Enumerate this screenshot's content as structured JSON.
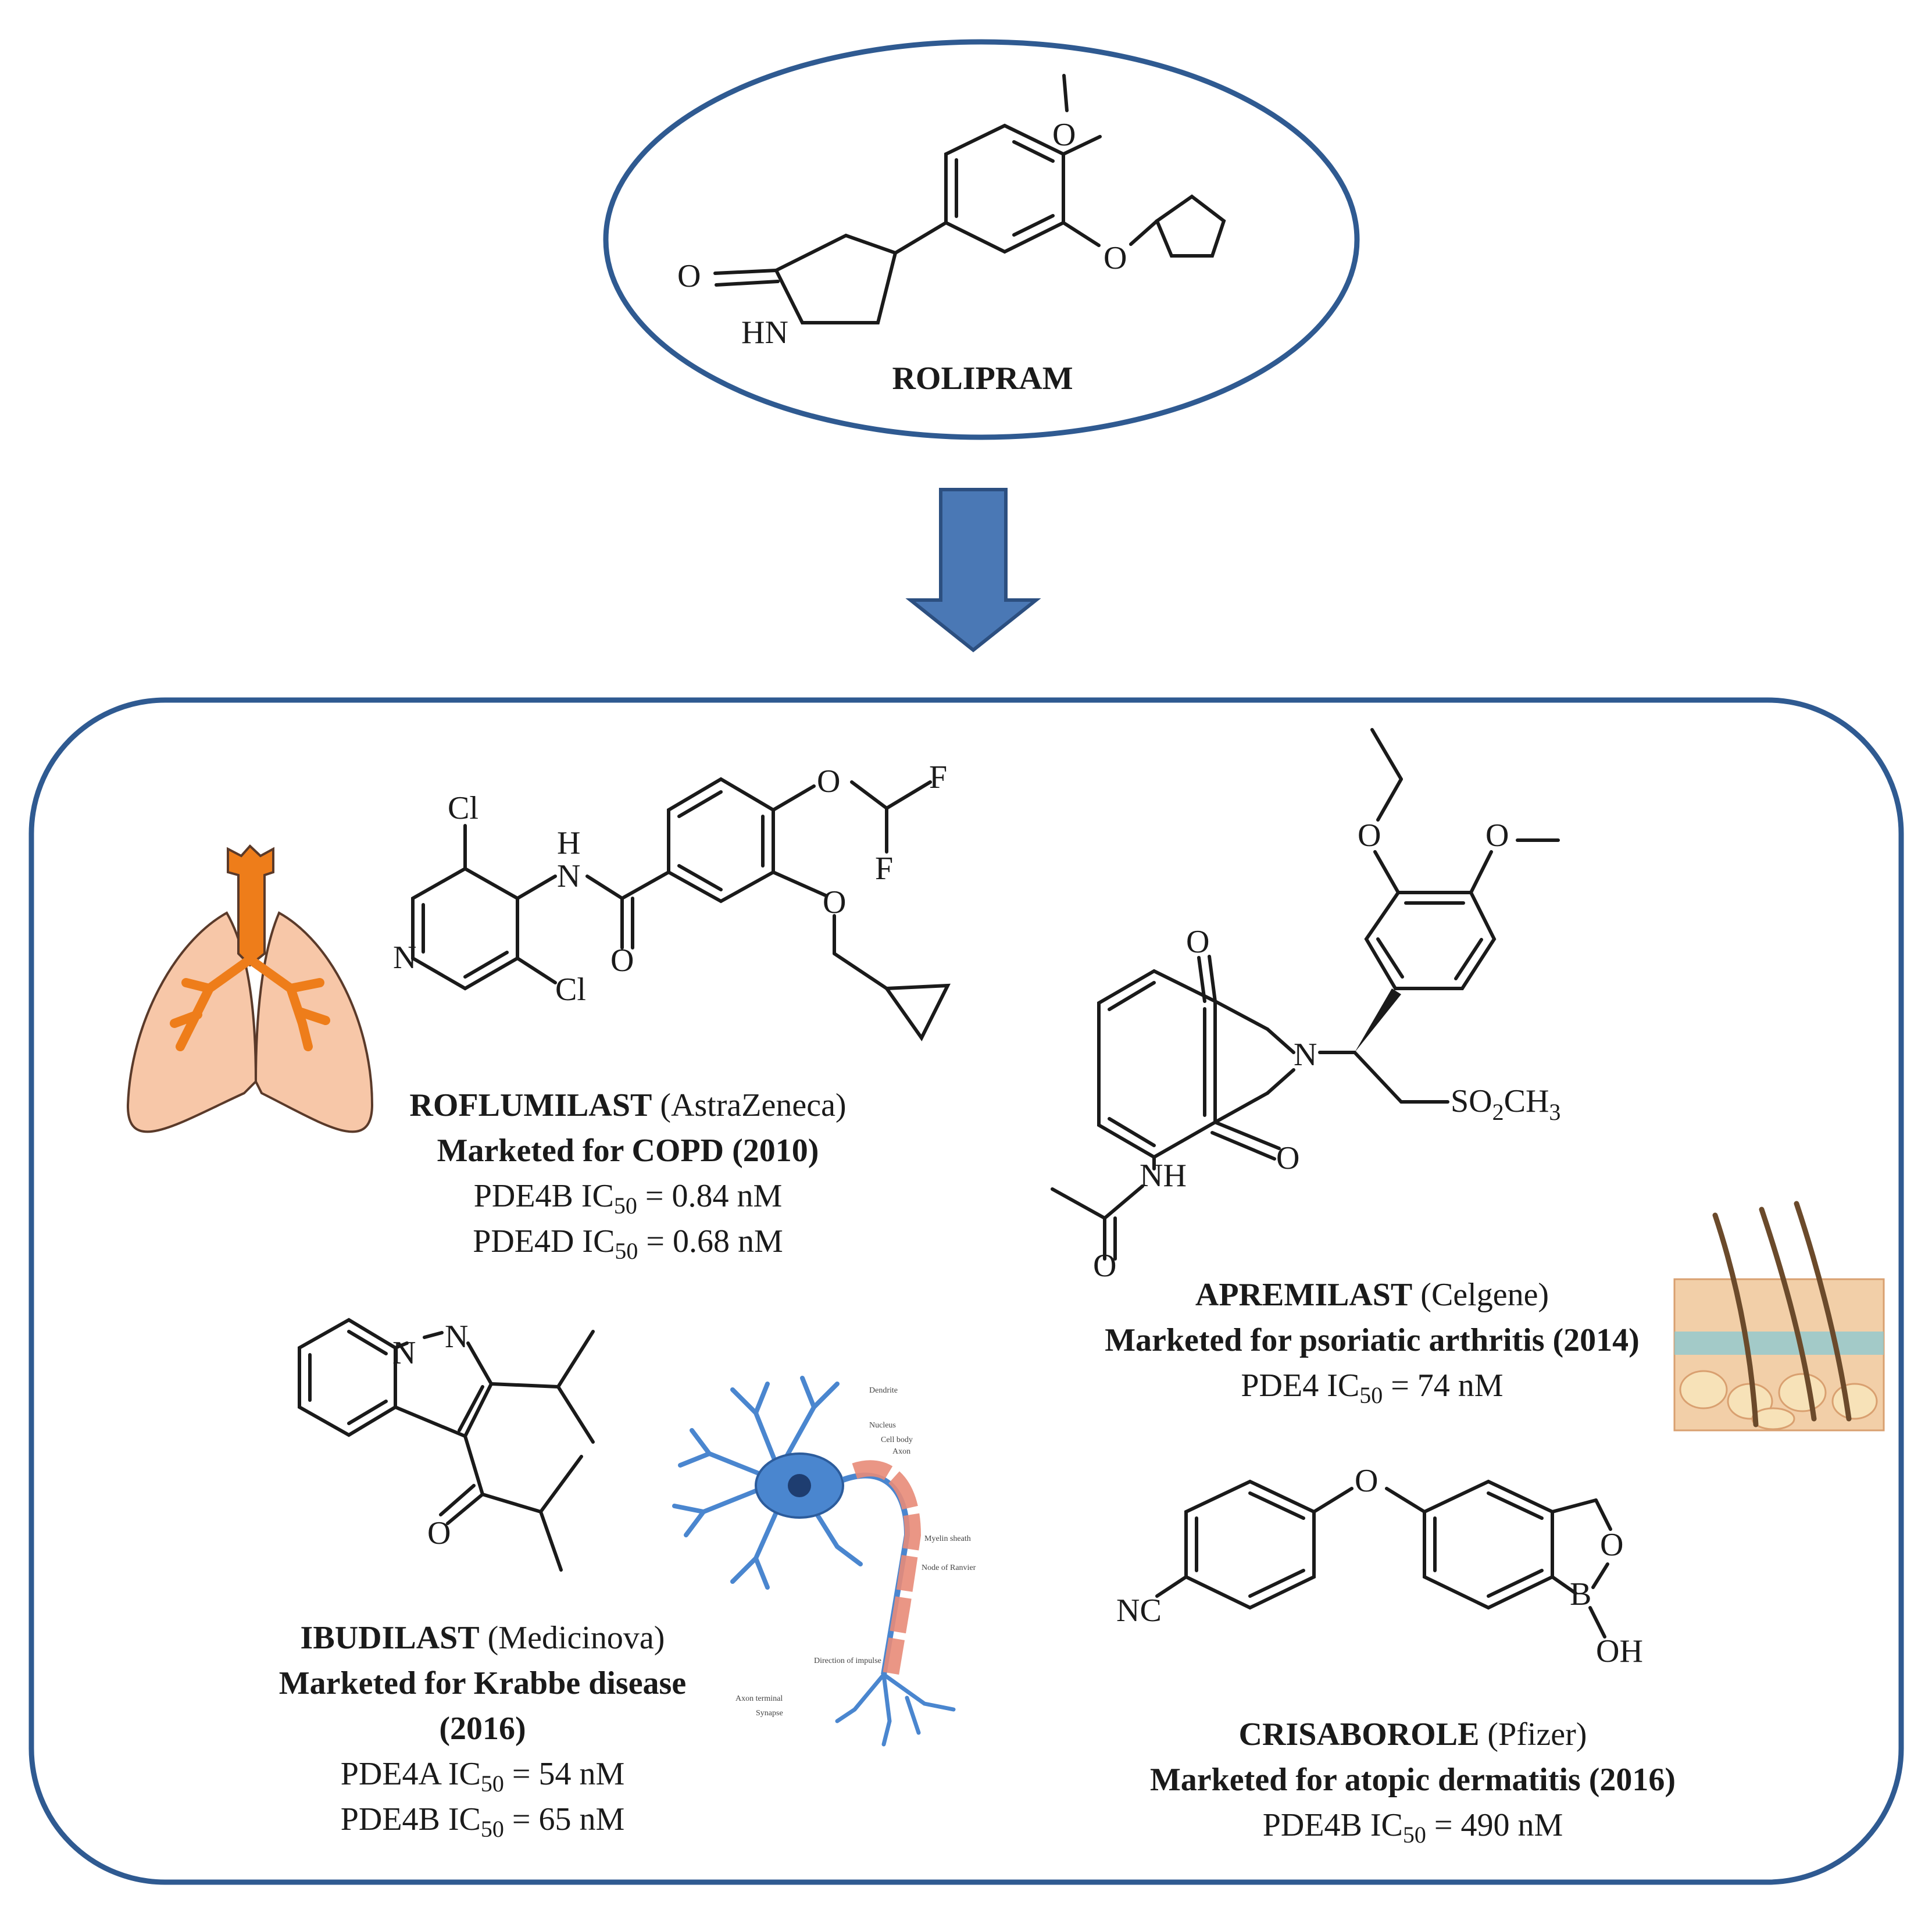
{
  "colors": {
    "frame": "#2f5a91",
    "arrow_fill": "#4a78b5",
    "arrow_stroke": "#2c4f80",
    "lung": "#f7c7a8",
    "trachea": "#ee7d1a",
    "skin": "#f2cfa8",
    "neuron": "#4a86cf"
  },
  "rolipram": {
    "name": "ROLIPRAM",
    "atoms": {
      "o_methoxy": "O",
      "o_ether": "O",
      "o_carbonyl": "O",
      "hn": "HN"
    }
  },
  "roflumilast": {
    "name": "ROFLUMILAST",
    "company": "(AstraZeneca)",
    "marketed": "Marketed for COPD (2010)",
    "ic50": [
      {
        "prefix": "PDE4B IC",
        "sub": "50",
        "value": " = 0.84 nM"
      },
      {
        "prefix": "PDE4D IC",
        "sub": "50",
        "value": " = 0.68 nM"
      }
    ],
    "atoms": {
      "cl_top": "Cl",
      "cl_bottom": "Cl",
      "n_ring": "N",
      "h": "H",
      "n_amide": "N",
      "o_amide": "O",
      "o_ether1": "O",
      "o_ether2": "O",
      "f1": "F",
      "f2": "F"
    }
  },
  "apremilast": {
    "name": "APREMILAST",
    "company": "(Celgene)",
    "marketed": "Marketed for psoriatic arthritis (2014)",
    "ic50": [
      {
        "prefix": "PDE4 IC",
        "sub": "50",
        "value": " = 74 nM"
      }
    ],
    "atoms": {
      "o_ethoxy": "O",
      "o_methoxy": "O",
      "o_top": "O",
      "o_bottom": "O",
      "n_imide": "N",
      "nh": "NH",
      "o_acetyl": "O",
      "so2ch3": {
        "a": "SO",
        "b": "2",
        "c": "CH",
        "d": "3"
      }
    }
  },
  "ibudilast": {
    "name": "IBUDILAST",
    "company": "(Medicinova)",
    "marketed_line1": "Marketed for Krabbe disease",
    "marketed_line2": "(2016)",
    "ic50": [
      {
        "prefix": "PDE4A IC",
        "sub": "50",
        "value": " = 54 nM"
      },
      {
        "prefix": "PDE4B IC",
        "sub": "50",
        "value": " = 65 nM"
      }
    ],
    "atoms": {
      "n1": "N",
      "n2": "N",
      "o": "O"
    }
  },
  "crisaborole": {
    "name": "CRISABOROLE",
    "company": "(Pfizer)",
    "marketed": "Marketed for atopic dermatitis (2016)",
    "ic50": [
      {
        "prefix": "PDE4B IC",
        "sub": "50",
        "value": " = 490 nM"
      }
    ],
    "atoms": {
      "nc": "NC",
      "o_bridge": "O",
      "o_ring": "O",
      "b": "B",
      "oh": "OH"
    }
  },
  "neuron_labels": {
    "dendrite": "Dendrite",
    "nucleus": "Nucleus",
    "cell_body": "Cell body",
    "axon": "Axon",
    "myelin": "Myelin sheath",
    "node": "Node of Ranvier",
    "direction": "Direction of impulse",
    "axon_terminal": "Axon terminal",
    "synapse": "Synapse"
  }
}
